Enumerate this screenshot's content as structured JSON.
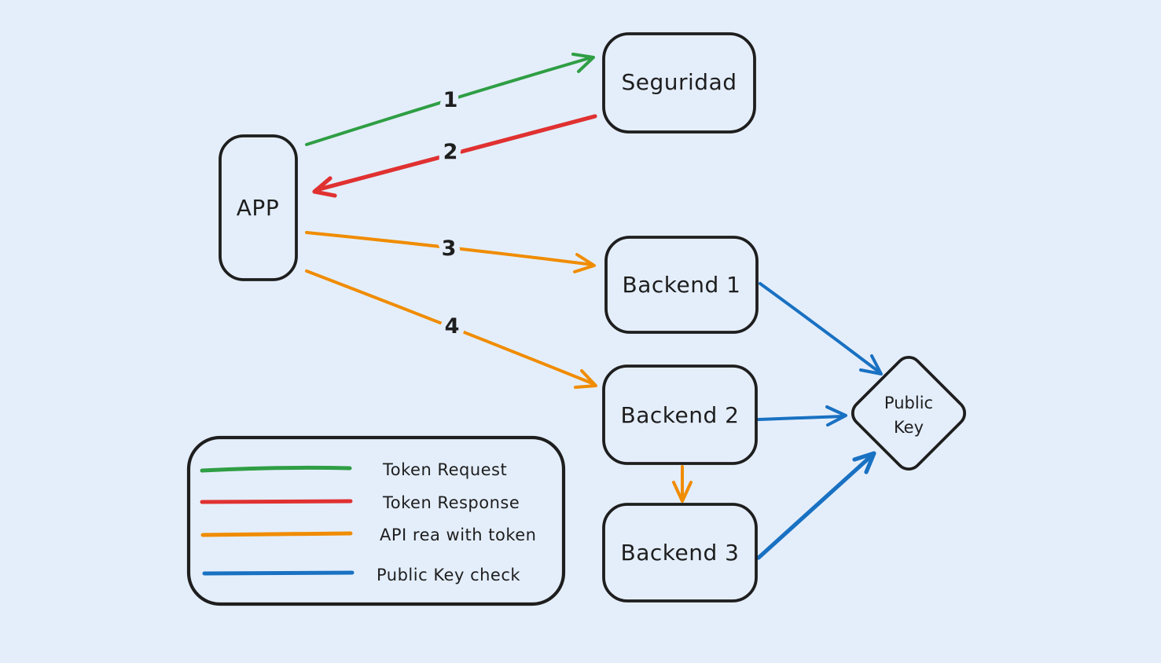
{
  "colors": {
    "background": "#e4eefb",
    "stroke": "#1e1e1e",
    "green": "#2f9e44",
    "red": "#e03131",
    "orange": "#f08c00",
    "blue": "#1971c2"
  },
  "nodes": {
    "app": {
      "label": "APP",
      "shape": "rounded-rectangle"
    },
    "seguridad": {
      "label": "Seguridad",
      "shape": "rounded-rectangle"
    },
    "backend1": {
      "label": "Backend 1",
      "shape": "rounded-rectangle"
    },
    "backend2": {
      "label": "Backend 2",
      "shape": "rounded-rectangle"
    },
    "backend3": {
      "label": "Backend 3",
      "shape": "rounded-rectangle"
    },
    "public_key": {
      "label_line1": "Public",
      "label_line2": "Key",
      "shape": "diamond"
    }
  },
  "edges": {
    "token_request": {
      "number": "1",
      "from": "APP",
      "to": "Seguridad",
      "color": "#2f9e44"
    },
    "token_response": {
      "number": "2",
      "from": "Seguridad",
      "to": "APP",
      "color": "#e03131"
    },
    "api_req_backend1": {
      "number": "3",
      "from": "APP",
      "to": "Backend 1",
      "color": "#f08c00"
    },
    "api_req_backend2": {
      "number": "4",
      "from": "APP",
      "to": "Backend 2",
      "color": "#f08c00"
    },
    "backend2_to_backend3": {
      "number": "",
      "from": "Backend 2",
      "to": "Backend 3",
      "color": "#f08c00"
    },
    "backend1_key_check": {
      "number": "",
      "from": "Backend 1",
      "to": "Public Key",
      "color": "#1971c2"
    },
    "backend2_key_check": {
      "number": "",
      "from": "Backend 2",
      "to": "Public Key",
      "color": "#1971c2"
    },
    "backend3_key_check": {
      "number": "",
      "from": "Backend 3",
      "to": "Public Key",
      "color": "#1971c2"
    }
  },
  "legend": {
    "items": [
      {
        "label": "Token Request",
        "color": "#2f9e44"
      },
      {
        "label": "Token Response",
        "color": "#e03131"
      },
      {
        "label": "API rea with token",
        "color": "#f08c00"
      },
      {
        "label": "Public Key check",
        "color": "#1971c2"
      }
    ]
  }
}
